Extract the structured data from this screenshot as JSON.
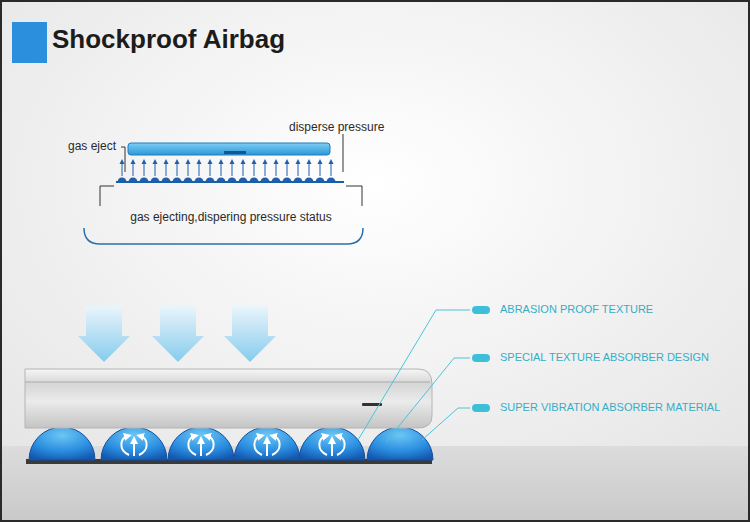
{
  "diagram": {
    "title": "Shockproof Airbag",
    "labels": [
      "gas eject",
      "disperse pressure",
      "gas ejecting,dispering pressure status",
      "ABRASION PROOF TEXTURE",
      "SPECIAL TEXTURE ABSORBER DESIGN",
      "SUPER VIBRATION ABSORBER MATERIAL"
    ]
  }
}
